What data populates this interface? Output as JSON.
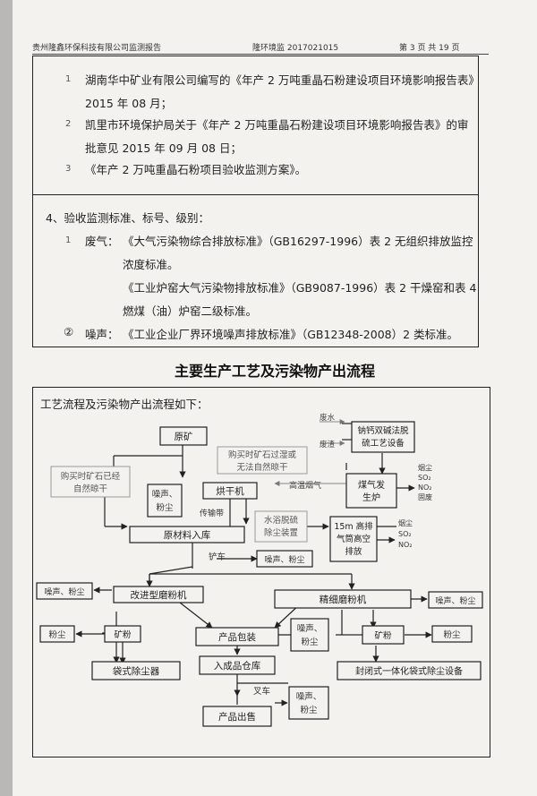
{
  "header": {
    "company": "贵州隆鑫环保科技有限公司监测报告",
    "report_no": "隆环境监 2017021015",
    "page": "第 3 页 共 19 页"
  },
  "references": [
    {
      "num": "1",
      "line1": "湖南华中矿业有限公司编写的《年产 2 万吨重晶石粉建设项目环境影响报告表》",
      "line2": "2015 年 08 月；"
    },
    {
      "num": "2",
      "line1": "凯里市环境保护局关于《年产 2 万吨重晶石粉建设项目环境影响报告表》的审",
      "line2": "批意见 2015 年 09 月 08 日；"
    },
    {
      "num": "3",
      "line1": "《年产 2 万吨重晶石粉项目验收监测方案》。"
    }
  ],
  "standards": {
    "heading": "4、验收监测标准、标号、级别：",
    "gas_num": "1",
    "gas_label": "废气：",
    "gas_line1": "《大气污染物综合排放标准》（GB16297-1996）表 2 无组织排放监控",
    "gas_line2": "浓度标准。",
    "gas_line3": "《工业炉窑大气污染物排放标准》（GB9087-1996）表 2 干燥窑和表 4",
    "gas_line4": "燃煤（油）炉窑二级标准。",
    "noise_num": "②",
    "noise_label": "噪声：",
    "noise_line": "《工业企业厂界环境噪声排放标准》（GB12348-2008）2 类标准。"
  },
  "section_title": "主要生产工艺及污染物产出流程",
  "flow": {
    "intro": "工艺流程及污染物产出流程如下：",
    "raw_ore": "原矿",
    "buy_wet_1": "购买时矿石过湿或",
    "buy_wet_2": "无法自然晾干",
    "buy_dry_1": "购买时矿石已经",
    "buy_dry_2": "自然晾干",
    "dryer": "烘干机",
    "noise_dust_a": "噪声、",
    "noise_dust_b": "粉尘",
    "conveyor": "传输带",
    "hot_gas": "高温烟气",
    "desulf_1": "钠钙双碱法脱",
    "desulf_2": "硫工艺设备",
    "waste_water": "废水",
    "waste_residue": "废渣",
    "coal_furnace_1": "煤气发",
    "coal_furnace_2": "生炉",
    "pollutants_1": [
      "烟尘",
      "SO₂",
      "NO₂",
      "固废"
    ],
    "water_bath_1": "水浴脱硫",
    "water_bath_2": "除尘装置",
    "stack_1": "15m 高排",
    "stack_2": "气筒高空",
    "stack_3": "排放",
    "pollutants_2": [
      "烟尘",
      "SO₂",
      "NO₂"
    ],
    "storage": "原材料入库",
    "shovel": "铲车",
    "noise_dust": "噪声、粉尘",
    "mill_improved": "改进型磨粉机",
    "mill_fine": "精细磨粉机",
    "dust": "粉尘",
    "mineral_powder": "矿粉",
    "packaging": "产品包装",
    "bag_filter": "袋式除尘器",
    "warehouse": "入成品仓库",
    "closed_bag_filter": "封闭式一体化袋式除尘设备",
    "forklift": "叉车",
    "shipping": "产品出售"
  }
}
